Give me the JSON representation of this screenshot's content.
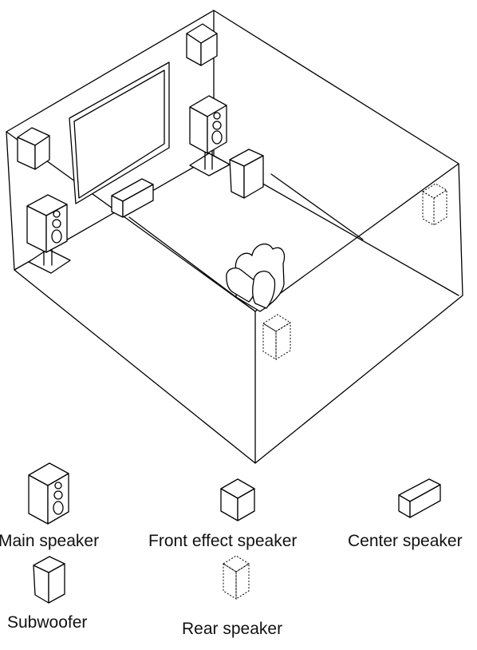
{
  "legend": {
    "main_speaker": "Main speaker",
    "front_effect_speaker": "Front effect speaker",
    "center_speaker": "Center speaker",
    "subwoofer": "Subwoofer",
    "rear_speaker": "Rear speaker"
  }
}
